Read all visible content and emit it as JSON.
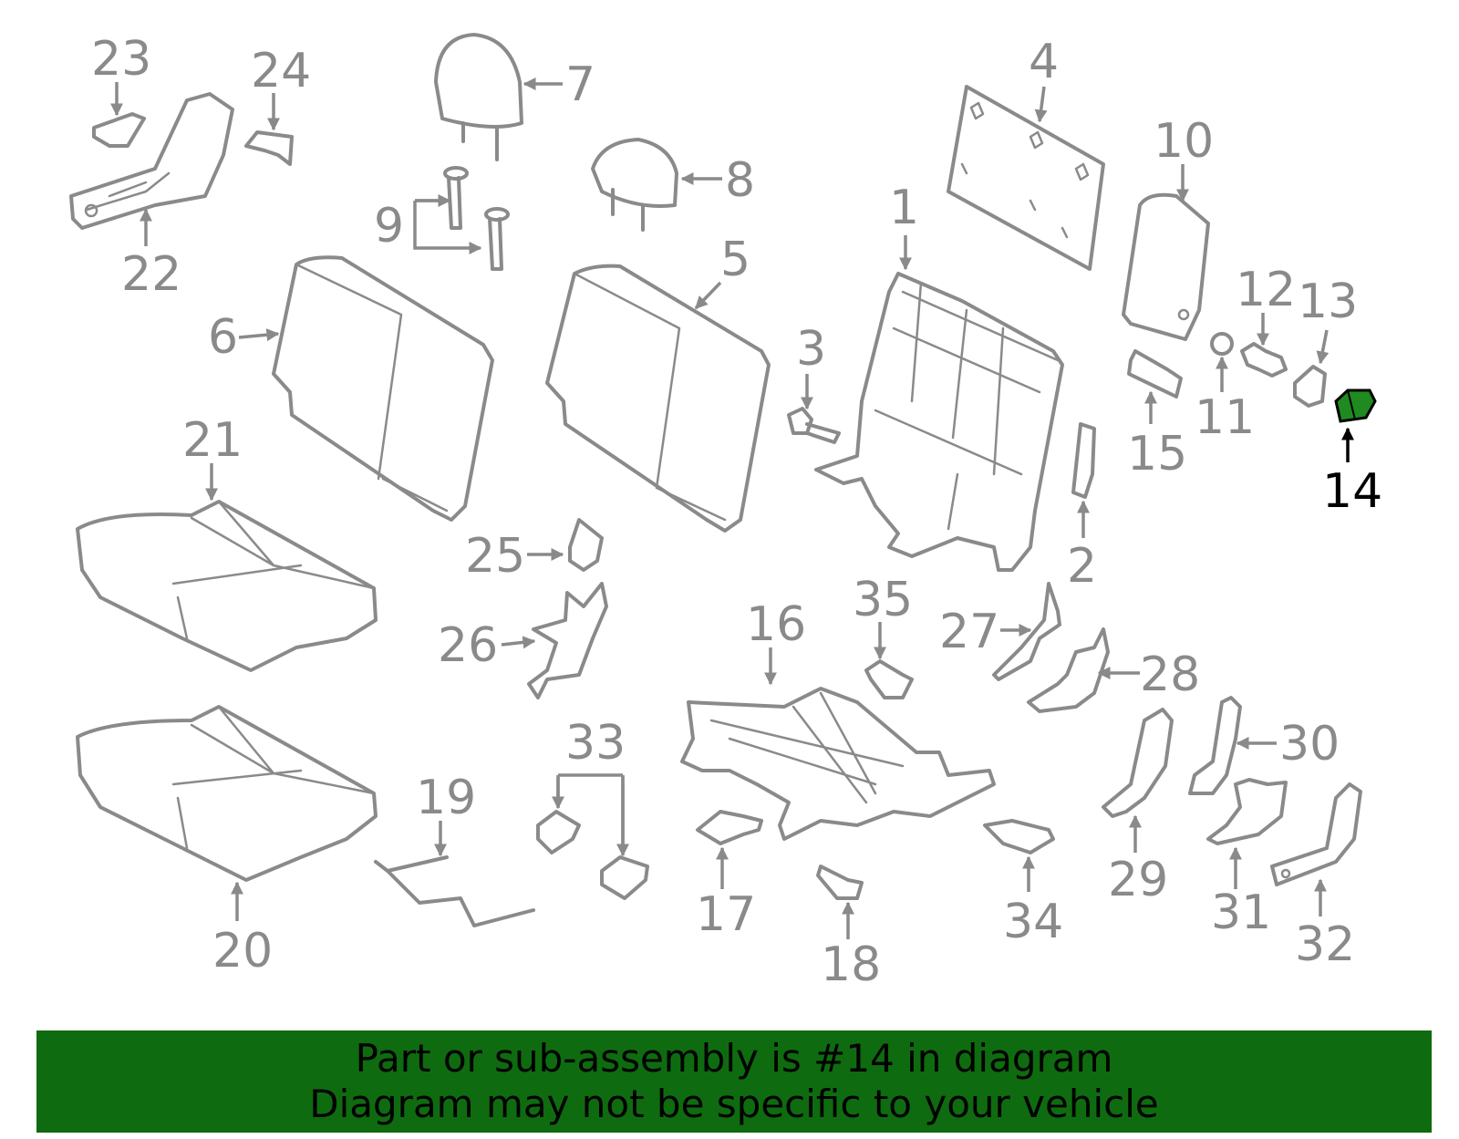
{
  "colors": {
    "line": "#8a8a8a",
    "highlight_fill": "#1f8a1f",
    "banner_bg": "#0f6b0f",
    "banner_text": "#000000"
  },
  "highlighted_part": "14",
  "labels": {
    "p1": "1",
    "p2": "2",
    "p3": "3",
    "p4": "4",
    "p5": "5",
    "p6": "6",
    "p7": "7",
    "p8": "8",
    "p9": "9",
    "p10": "10",
    "p11": "11",
    "p12": "12",
    "p13": "13",
    "p14": "14",
    "p15": "15",
    "p16": "16",
    "p17": "17",
    "p18": "18",
    "p19": "19",
    "p20": "20",
    "p21": "21",
    "p22": "22",
    "p23": "23",
    "p24": "24",
    "p25": "25",
    "p26": "26",
    "p27": "27",
    "p28": "28",
    "p29": "29",
    "p30": "30",
    "p31": "31",
    "p32": "32",
    "p33": "33",
    "p34": "34",
    "p35": "35"
  },
  "banner": {
    "line1": "Part or sub-assembly is #14 in diagram",
    "line2": "Diagram may not be specific to your vehicle"
  }
}
